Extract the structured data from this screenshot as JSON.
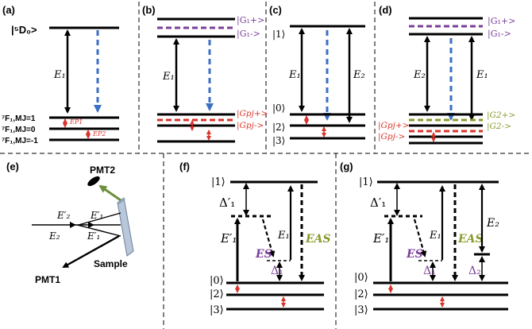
{
  "panels": {
    "a": {
      "label": "(a)",
      "upper": "|⁵D₀>",
      "transition": "E₁",
      "levels": [
        "⁷F₁,MJ=1",
        "⁷F₁,MJ=0",
        "⁷F₁,MJ=-1"
      ],
      "splittings": [
        "EP1",
        "EP2"
      ]
    },
    "b": {
      "label": "(b)",
      "transition": "E₁",
      "upper_right": [
        "|G₁+>",
        "|G₁->"
      ],
      "lower_right": [
        "|Gpj+>",
        "|Gpj->"
      ]
    },
    "c": {
      "label": "(c)",
      "upper": "|1⟩",
      "transitions": [
        "E₁",
        "E₂"
      ],
      "lower": [
        "|0⟩",
        "|2⟩",
        "|3⟩"
      ]
    },
    "d": {
      "label": "(d)",
      "transitions": [
        "E₂",
        "E₁"
      ],
      "upper_right": [
        "|G₁+>",
        "|G₁->"
      ],
      "lower_right": [
        "|G2+>",
        "|G2->"
      ],
      "lower_left": [
        "|Gpj+>",
        "|Gpj->"
      ]
    },
    "e": {
      "label": "(e)",
      "pmt2": "PMT2",
      "pmt1": "PMT1",
      "sample": "Sample",
      "beams": [
        "E′₂",
        "E′₁",
        "E₂",
        "E′₁"
      ]
    },
    "f": {
      "label": "(f)",
      "upper": "|1⟩",
      "detuning": "Δ′₁",
      "beams": [
        "E′₁",
        "ES",
        "E₁",
        "EAS"
      ],
      "delta": "Δ₁",
      "lower": [
        "|0⟩",
        "|2⟩",
        "|3⟩"
      ]
    },
    "g": {
      "label": "(g)",
      "upper": "|1⟩",
      "detuning": "Δ′₁",
      "beams": [
        "E′₁",
        "ES",
        "E₁",
        "EAS",
        "E₂"
      ],
      "deltas": [
        "Δ₁",
        "Δ₂"
      ],
      "lower": [
        "|0⟩",
        "|2⟩",
        "|3⟩"
      ]
    }
  },
  "colors": {
    "black": "#000000",
    "blue_arrow": "#3a6fc4",
    "red": "#d9342b",
    "purple": "#7b3f99",
    "olive": "#8a9a2c",
    "green_arrow": "#6d8f3e",
    "sample": "#b8c7d9"
  }
}
